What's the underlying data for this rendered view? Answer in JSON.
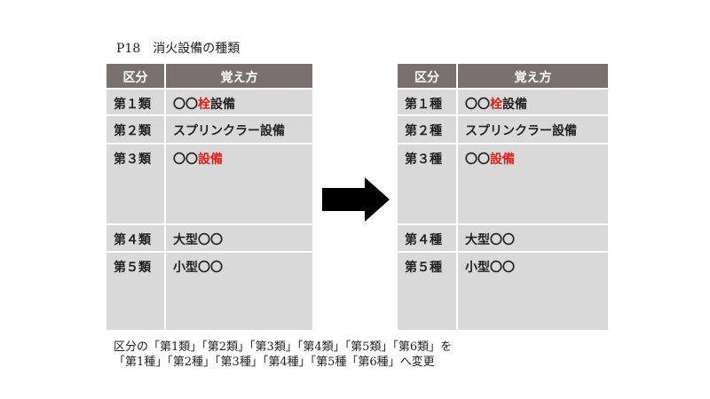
{
  "title": "P18　消火設備の種類",
  "headers": {
    "col1": "区分",
    "col2": "覚え方"
  },
  "left": {
    "rows": [
      {
        "cat": "第１類",
        "pre": "〇〇",
        "red": "栓",
        "post": "設備"
      },
      {
        "cat": "第２類",
        "pre": "スプリンクラー設備",
        "red": "",
        "post": ""
      },
      {
        "cat": "第３類",
        "pre": "〇〇",
        "red": "設備",
        "post": ""
      },
      {
        "cat": "第４類",
        "pre": "大型〇〇",
        "red": "",
        "post": ""
      },
      {
        "cat": "第５類",
        "pre": "小型〇〇",
        "red": "",
        "post": ""
      }
    ]
  },
  "right": {
    "rows": [
      {
        "cat": "第１種",
        "pre": "〇〇",
        "red": "栓",
        "post": "設備"
      },
      {
        "cat": "第２種",
        "pre": "スプリンクラー設備",
        "red": "",
        "post": ""
      },
      {
        "cat": "第３種",
        "pre": "〇〇",
        "red": "設備",
        "post": ""
      },
      {
        "cat": "第４種",
        "pre": "大型〇〇",
        "red": "",
        "post": ""
      },
      {
        "cat": "第５種",
        "pre": "小型〇〇",
        "red": "",
        "post": ""
      }
    ]
  },
  "note": {
    "line1": "区分の「第1類」「第2類」「第3類」「第4類」「第5類」「第6類」を",
    "line2": "「第1種」「第2種」「第3種」「第4種」「第5種「第6種」へ変更"
  },
  "colors": {
    "header": "#7a716f",
    "cell": "#d9d9d9",
    "accent": "#e0201b"
  }
}
